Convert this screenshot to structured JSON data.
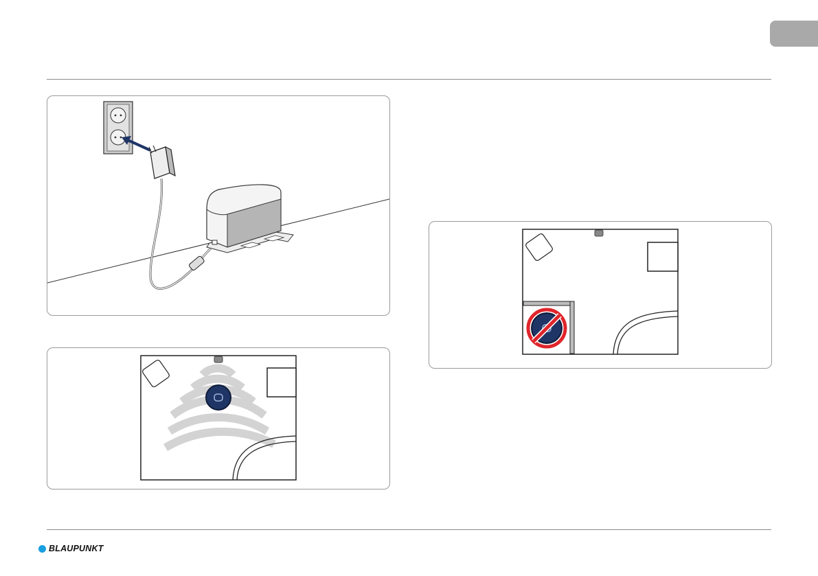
{
  "footer": {
    "brand_name": "BLAUPUNKT"
  },
  "colors": {
    "accent_blue": "#1a9fe0",
    "robot_navy": "#1f3566",
    "prohibition_red": "#e0252b",
    "language_tab_gray": "#a9a9a9"
  },
  "figures": [
    {
      "name": "charger-plug-into-wall-outlet"
    },
    {
      "name": "robot-in-room-with-signal-arcs"
    },
    {
      "name": "robot-prohibited-in-enclosed-corner"
    }
  ]
}
